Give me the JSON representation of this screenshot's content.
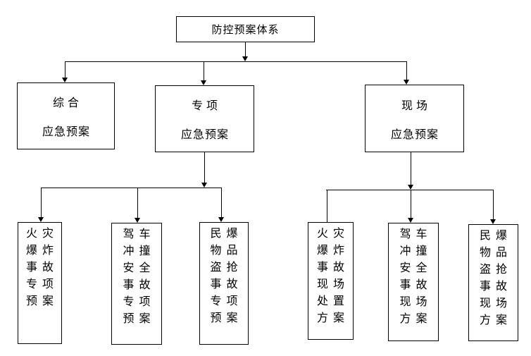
{
  "colors": {
    "background": "#ffffff",
    "line": "#000000",
    "box_border": "#000000",
    "text": "#000000"
  },
  "root": {
    "label": "防控预案体系"
  },
  "level2": [
    {
      "line1": "综合",
      "line2": "应急预案"
    },
    {
      "line1": "专项",
      "line2": "应急预案"
    },
    {
      "line1": "现场",
      "line2": "应急预案"
    }
  ],
  "level3": [
    {
      "lines": [
        "火灾",
        "爆炸",
        "事故",
        "专项",
        "预案"
      ]
    },
    {
      "lines": [
        "驾车",
        "冲撞",
        "安全",
        "事故",
        "专项",
        "预案"
      ]
    },
    {
      "lines": [
        "民爆",
        "物品",
        "盗抢",
        "事故",
        "专项",
        "预案"
      ]
    },
    {
      "lines": [
        "火灾",
        "爆炸",
        "事故",
        "现场",
        "处置",
        "方案"
      ]
    },
    {
      "lines": [
        "驾车",
        "冲撞",
        "安全",
        "事故",
        "现场",
        "方案"
      ]
    },
    {
      "lines": [
        "民爆",
        "物品",
        "盗抢",
        "事故",
        "现场",
        "方案"
      ]
    }
  ]
}
